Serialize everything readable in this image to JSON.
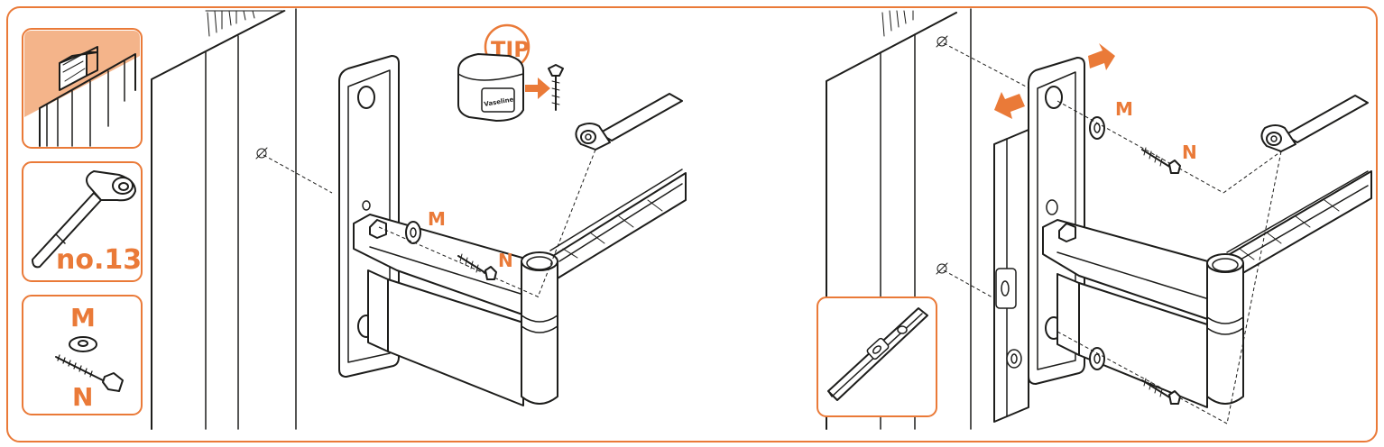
{
  "colors": {
    "accent": "#ea7a38",
    "accent_light": "#f4b48a",
    "line": "#1d1d1b",
    "panel_fill": "#ffffff"
  },
  "sidebar": {
    "tool_label": "no.13",
    "parts": {
      "washer_label": "M",
      "screw_label": "N"
    }
  },
  "step1": {
    "tip_label": "TIP",
    "jar_label": "Vaseline",
    "washer_label": "M",
    "screw_label": "N"
  },
  "step2": {
    "washer_top_label": "M",
    "screw_top_label": "N"
  },
  "icons": [
    "wood-post-icon",
    "socket-wrench-icon",
    "washer-icon",
    "screw-icon",
    "vaseline-jar-icon",
    "arrow-icon",
    "spirit-level-icon",
    "wall-bracket-icon",
    "drill-point-icon"
  ]
}
